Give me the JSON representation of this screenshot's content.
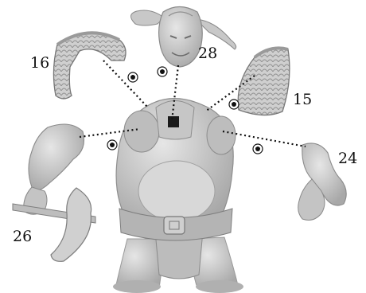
{
  "parts": [
    {
      "id": "shoulder-left",
      "number": "16"
    },
    {
      "id": "head",
      "number": "28"
    },
    {
      "id": "shoulder-right",
      "number": "15"
    },
    {
      "id": "arm-right",
      "number": "24"
    },
    {
      "id": "arm-left",
      "number": "26"
    }
  ],
  "colors": {
    "miniature": "#c9c9c9",
    "miniature_dark": "#9a9a9a",
    "miniature_light": "#e2e2e2",
    "dotted_line": "#111111",
    "glue_symbol": "#111111",
    "label_text": "#111111"
  },
  "icons": {
    "glue": "glue-drop-icon"
  }
}
